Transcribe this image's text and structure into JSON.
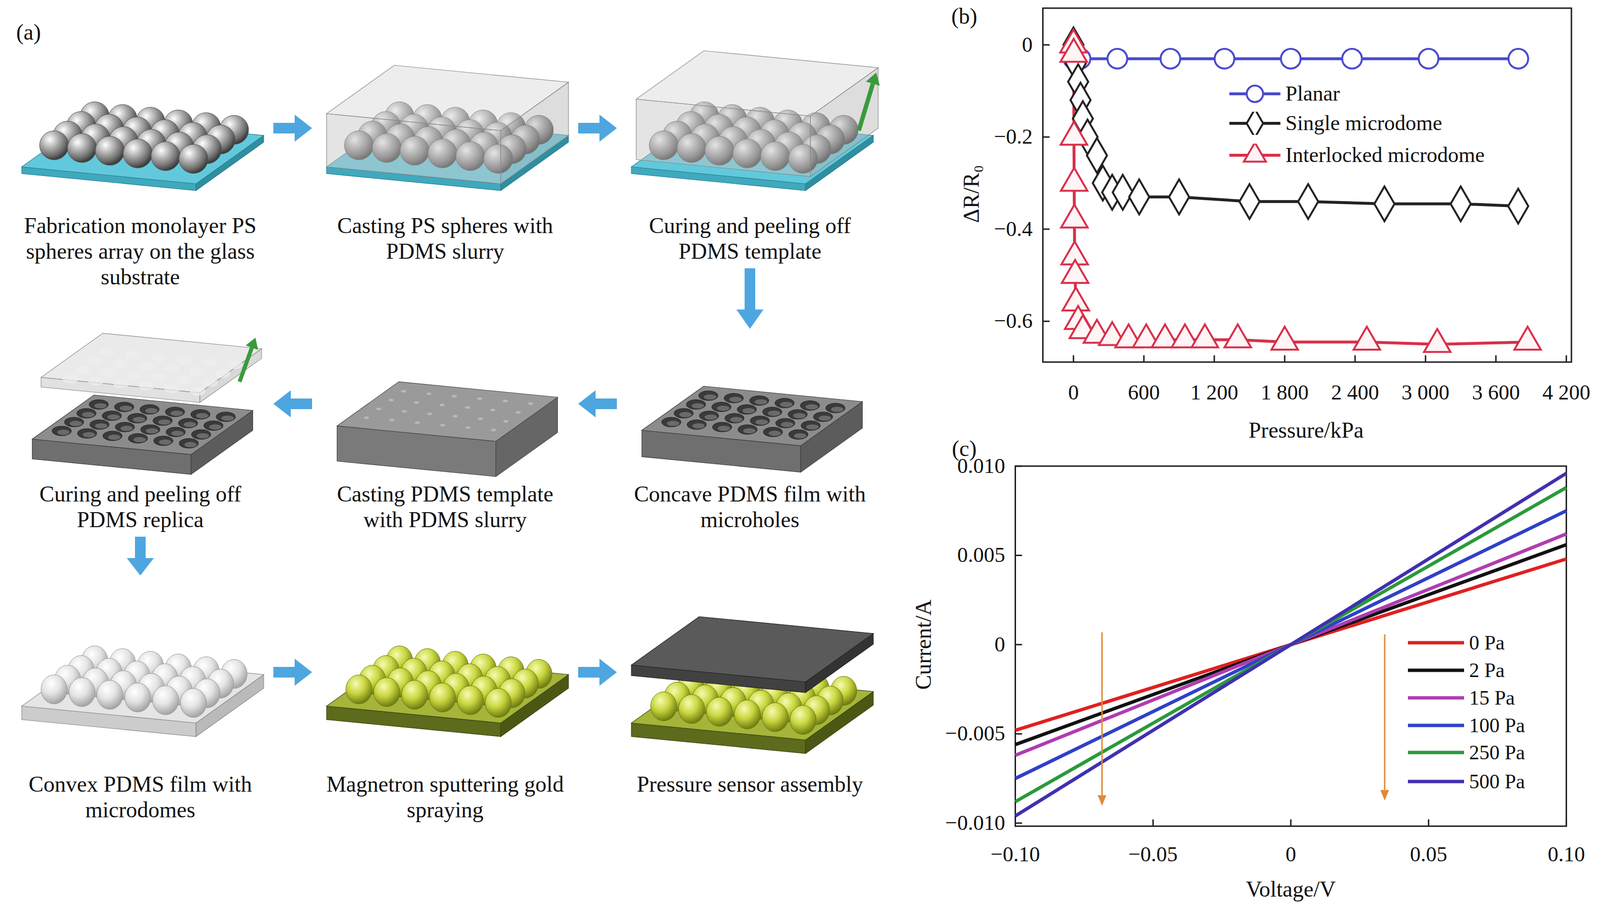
{
  "diagram": {
    "nodes": [
      {
        "text": [
          "Fabrication monolayer PS spheres array on the glass substrate"
        ]
      },
      {
        "text": [
          "Casting PS spheres with PDMS slurry"
        ]
      },
      {
        "text": [
          "Curing and peeling off PDMS template"
        ]
      },
      {
        "text": [
          "Concave PDMS film with microholes"
        ]
      },
      {
        "text": [
          "Casting PDMS template with PDMS slurry"
        ]
      },
      {
        "text": [
          "Curing and peeling off PDMS replica"
        ]
      },
      {
        "text": [
          "Convex PDMS film with microdomes"
        ]
      },
      {
        "text": [
          "Magnetron sputtering gold spraying"
        ]
      },
      {
        "text": [
          "Pressure sensor assembly"
        ]
      }
    ],
    "edges": [
      {
        "from": 0,
        "to": 1,
        "arrow": "to"
      },
      {
        "from": 1,
        "to": 2,
        "arrow": "to"
      },
      {
        "from": 2,
        "to": 3,
        "arrow": "to"
      },
      {
        "from": 3,
        "to": 4,
        "arrow": "to"
      },
      {
        "from": 4,
        "to": 5,
        "arrow": "to"
      },
      {
        "from": 5,
        "to": 6,
        "arrow": "to"
      },
      {
        "from": 6,
        "to": 7,
        "arrow": "to"
      },
      {
        "from": 7,
        "to": 8,
        "arrow": "to"
      }
    ],
    "labels": [
      "(a)",
      "(b)",
      "(c)",
      "0",
      "−0.2",
      "−0.4",
      "−0.6",
      "ΔR/R₀",
      "0",
      "600",
      "1 200",
      "1 800",
      "2 400",
      "3 000",
      "3 600",
      "4 200",
      "Pressure/kPa",
      "0.010",
      "0.005",
      "0",
      "−0.005",
      "−0.010",
      "Current/A",
      "−0.10",
      "−0.05",
      "0",
      "0.05",
      "0.10",
      "Voltage/V"
    ],
    "legend": [
      {
        "text": "Planar"
      },
      {
        "text": "Single microdome"
      },
      {
        "text": "Interlocked microdome"
      },
      {
        "text": "0 Pa"
      },
      {
        "text": "2 Pa"
      },
      {
        "text": "15 Pa"
      },
      {
        "text": "100 Pa"
      },
      {
        "text": "250 Pa"
      },
      {
        "text": "500 Pa"
      }
    ]
  }
}
